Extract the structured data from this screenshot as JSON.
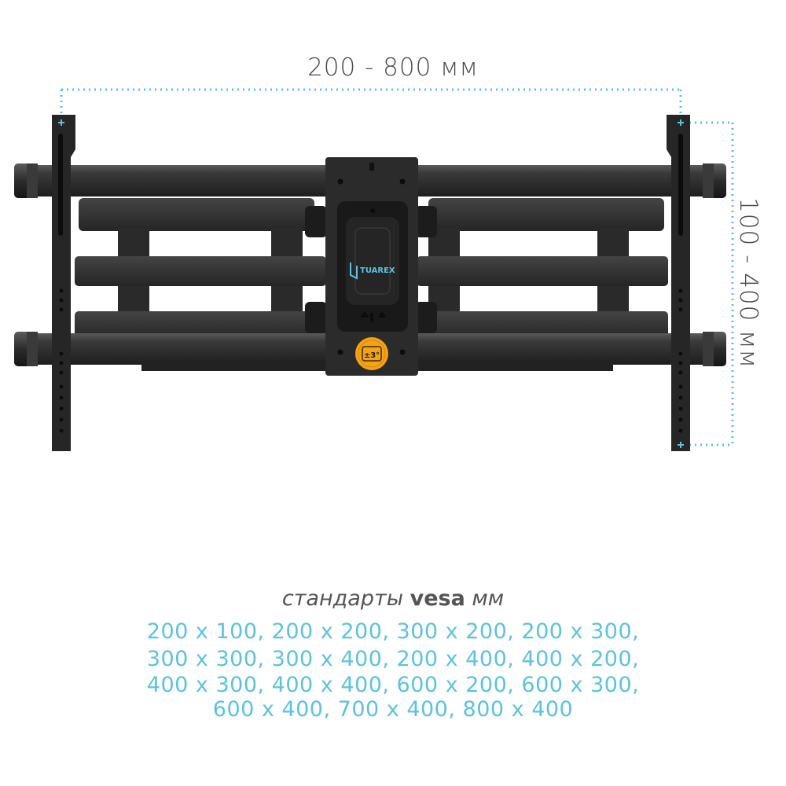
{
  "dimensions": {
    "width_label": "200 - 800 мм",
    "height_label": "100 - 400 мм"
  },
  "brand": {
    "logo_text": "TUAREX",
    "tilt_badge": "±3°"
  },
  "vesa": {
    "title_prefix": "стандарты",
    "title_bold": "vesa",
    "title_suffix": "мм",
    "lines": [
      "200 x 100, 200 x 200, 300 x 200, 200 x 300,",
      "300 x 300, 300 x 400, 200 x 400, 400 x 200,",
      "400 x 300, 400 x 400, 600 x 200, 600 x 300,",
      "600 x 400, 700 x 400, 800 x 400"
    ]
  },
  "colors": {
    "accent": "#5bc3dd",
    "metal": "#2e2e2e",
    "text": "#4a4a4a"
  }
}
